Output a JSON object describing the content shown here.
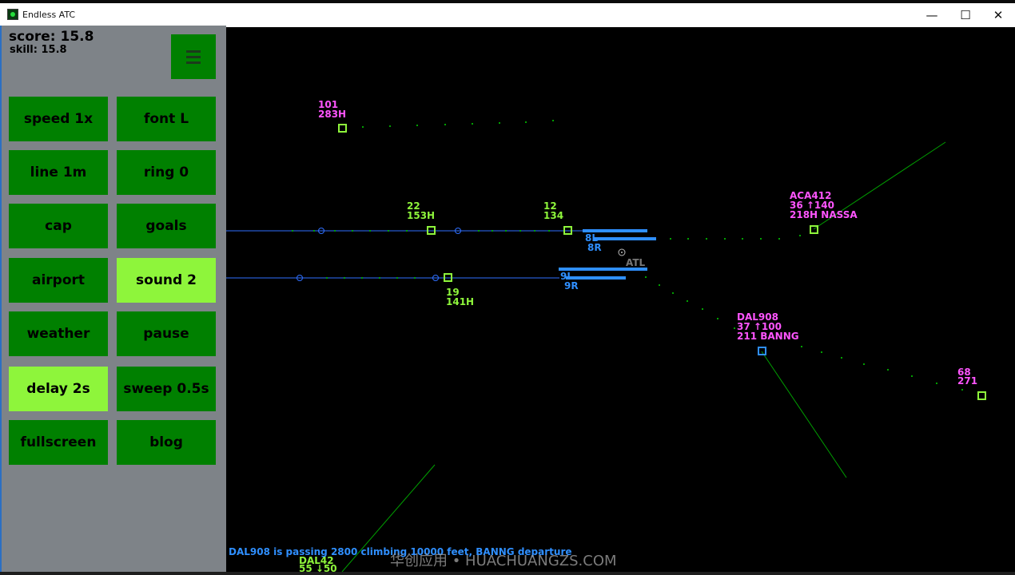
{
  "window": {
    "title": "Endless ATC",
    "minimize_glyph": "—",
    "maximize_glyph": "☐",
    "close_glyph": "✕"
  },
  "stats": {
    "score": "score: 15.8",
    "skill": "skill: 15.8"
  },
  "menu": {
    "icon": "hamburger-icon"
  },
  "buttons": [
    {
      "label": "speed 1x",
      "active": false
    },
    {
      "label": "font L",
      "active": false
    },
    {
      "label": "line 1m",
      "active": false
    },
    {
      "label": "ring 0",
      "active": false
    },
    {
      "label": "cap",
      "active": false
    },
    {
      "label": "goals",
      "active": false
    },
    {
      "label": "airport",
      "active": false
    },
    {
      "label": "sound 2",
      "active": true
    },
    {
      "label": "weather",
      "active": false
    },
    {
      "label": "pause",
      "active": false
    },
    {
      "label": "delay 2s",
      "active": true
    },
    {
      "label": "sweep 0.5s",
      "active": false
    },
    {
      "label": "fullscreen",
      "active": false
    },
    {
      "label": "blog",
      "active": false
    }
  ],
  "airport": {
    "code": "ATL",
    "runway_labels": [
      "8L",
      "8R",
      "9L",
      "9R"
    ]
  },
  "aircraft": [
    {
      "line1": "101",
      "line2": "283H",
      "line3": "",
      "color": "#ff55ff"
    },
    {
      "line1": "22",
      "line2": "153H",
      "line3": "",
      "color": "#8ef53b"
    },
    {
      "line1": "12",
      "line2": "134",
      "line3": "",
      "color": "#8ef53b"
    },
    {
      "line1": "ACA412",
      "line2": "36 ↑140",
      "line3": "218H NASSA",
      "color": "#ff55ff"
    },
    {
      "line1": "19",
      "line2": "141H",
      "line3": "",
      "color": "#8ef53b"
    },
    {
      "line1": "DAL908",
      "line2": "37 ↑100",
      "line3": "211  BANNG",
      "color": "#ff55ff"
    },
    {
      "line1": "68",
      "line2": "271",
      "line3": "",
      "color": "#ff55ff"
    },
    {
      "line1": "DAL42",
      "line2": "55 ↓50",
      "line3": "",
      "color": "#8ef53b"
    }
  ],
  "status_message": "DAL908 is passing 2800 climbing 10000 feet, BANNG departure",
  "watermark": "华创应用 • HUACHUANGZS.COM",
  "colors": {
    "panel": "#7e8388",
    "button": "#008000",
    "button_active": "#8ef53b",
    "runway": "#2f8fff",
    "departure": "#ff55ff",
    "arrival": "#8ef53b",
    "trail": "#00a000"
  }
}
